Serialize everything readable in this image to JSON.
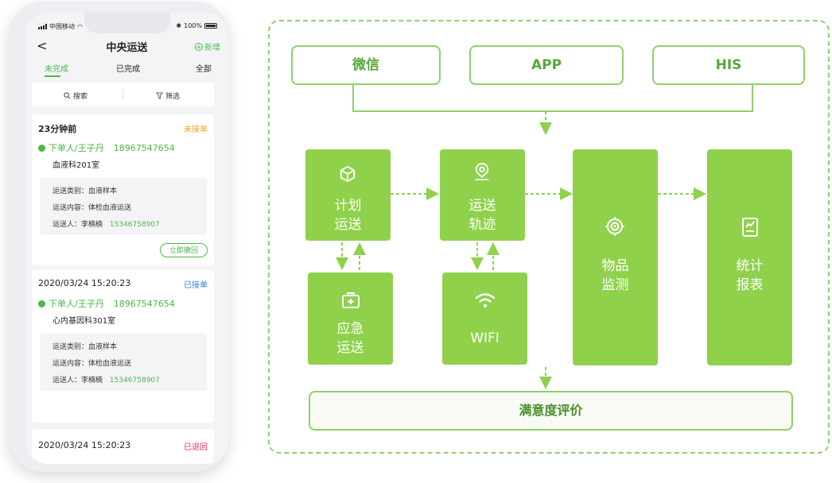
{
  "phone": {
    "status": {
      "carrier": "中国移动",
      "battery": "100%"
    },
    "nav": {
      "back": "<",
      "title": "中央运送",
      "add": "新增"
    },
    "tabs": [
      "未完成",
      "已完成",
      "全部"
    ],
    "search": {
      "search_label": "搜索",
      "filter_label": "筛选"
    },
    "orders": [
      {
        "time": "23分钟前",
        "status": "未接单",
        "status_color": "#f0a020",
        "user": "下单人/王子丹",
        "phone": "18967547654",
        "address": "血液科201室",
        "category": "运送类别：血液样本",
        "content": "运送内容：体检血液运送",
        "courier": "运送人：李楠楠",
        "courier_phone": "15346758907",
        "action": "立即撤回"
      },
      {
        "time": "2020/03/24   15:20:23",
        "status": "已接单",
        "status_color": "#2f7fe0",
        "user": "下单人/王子丹",
        "phone": "18967547654",
        "address": "心内基因科301室",
        "category": "运送类别：血液样本",
        "content": "运送内容：体检血液运送",
        "courier": "运送人：李楠楠",
        "courier_phone": "15346758907"
      },
      {
        "time": "2020/03/24   15:20:23",
        "status": "已退回",
        "status_color": "#e0306a"
      }
    ]
  },
  "diagram": {
    "sources": [
      "微信",
      "APP",
      "HIS"
    ],
    "modules": {
      "plan": [
        "计划",
        "运送"
      ],
      "track": [
        "运送",
        "轨迹"
      ],
      "monitor": [
        "物品",
        "监测"
      ],
      "report": [
        "统计",
        "报表"
      ],
      "emergency": [
        "应急",
        "运送"
      ],
      "wifi": "WIFI"
    },
    "evaluation": "满意度评价",
    "colors": {
      "green": "#8fd14b",
      "border": "#8fd06b",
      "dark_green": "#55a83a"
    }
  }
}
